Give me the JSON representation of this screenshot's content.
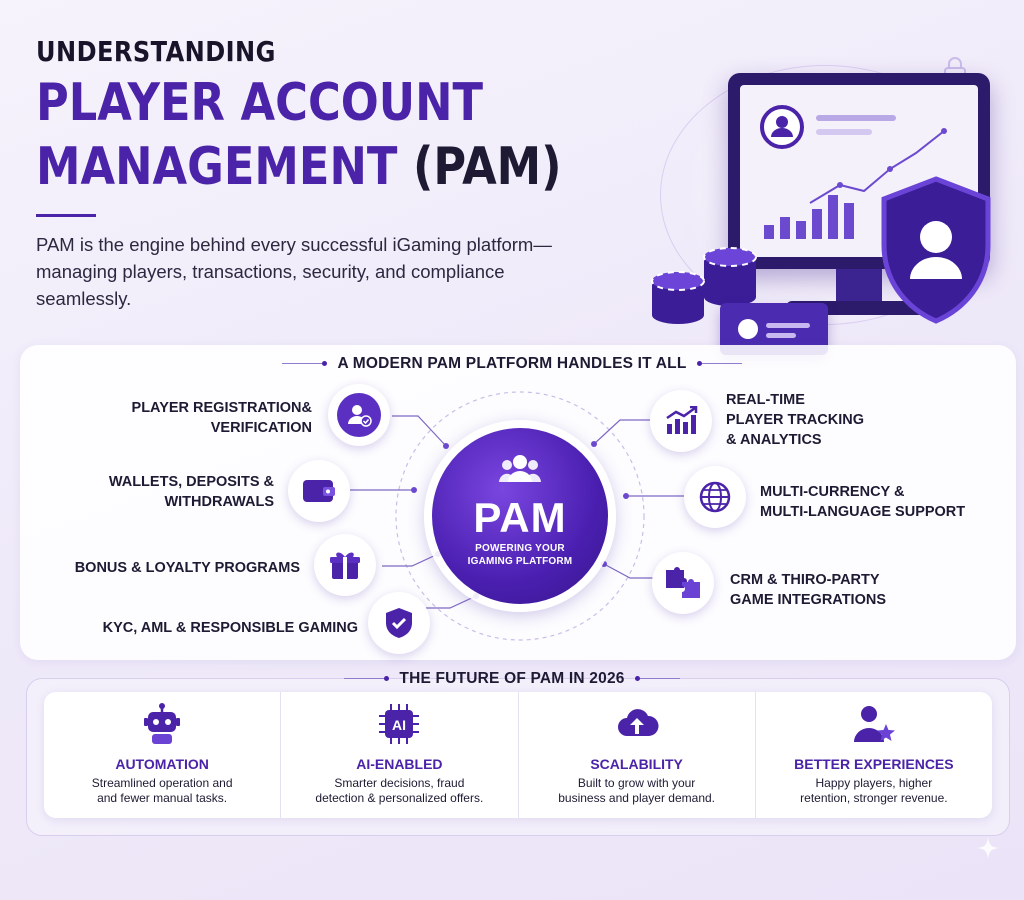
{
  "hero": {
    "eyebrow": "UNDERSTANDING",
    "headline_line1": "PLAYER ACCOUNT",
    "headline_line2": "MANAGEMENT",
    "headline_suffix": "(PAM)",
    "intro": "PAM is the engine behind every successful iGaming platform—managing players, transactions, security, and compliance seamlessly."
  },
  "platform": {
    "section_title": "A MODERN PAM PLATFORM HANDLES IT ALL",
    "hub_title": "PAM",
    "hub_subtitle_line1": "POWERING YOUR",
    "hub_subtitle_line2": "IGAMING PLATFORM",
    "left_features": [
      {
        "line1": "PLAYER REGISTRATION&",
        "line2": "VERIFICATION",
        "icon": "user-check-icon"
      },
      {
        "line1": "WALLETS, DEPOSITS &",
        "line2": "WITHDRAWALS",
        "icon": "wallet-icon"
      },
      {
        "line1": "BONUS & LOYALTY PROGRAMS",
        "line2": "",
        "icon": "gift-icon"
      },
      {
        "line1": "KYC, AML & RESPONSIBLE GAMING",
        "line2": "",
        "icon": "shield-check-icon"
      }
    ],
    "right_features": [
      {
        "line1": "REAL-TIME",
        "line2": "PLAYER TRACKING",
        "line3": "& ANALYTICS",
        "icon": "analytics-chart-icon"
      },
      {
        "line1": "MULTI-CURRENCY &",
        "line2": "MULTI-LANGUAGE SUPPORT",
        "line3": "",
        "icon": "globe-icon"
      },
      {
        "line1": "CRM & THIRO-PARTY",
        "line2": "GAME INTEGRATIONS",
        "line3": "",
        "icon": "puzzle-icon"
      }
    ]
  },
  "future": {
    "section_title": "THE FUTURE OF PAM IN 2026",
    "cards": [
      {
        "title": "AUTOMATION",
        "desc_line1": "Streamlined operation and",
        "desc_line2": "and fewer manual tasks.",
        "icon": "robot-icon"
      },
      {
        "title": "AI-ENABLED",
        "desc_line1": "Smarter decisions, fraud",
        "desc_line2": "detection & personalized offers.",
        "icon": "ai-chip-icon",
        "icon_text": "AI"
      },
      {
        "title": "SCALABILITY",
        "desc_line1": "Built to grow with your",
        "desc_line2": "business and player demand.",
        "icon": "cloud-upload-icon"
      },
      {
        "title": "BETTER EXPERIENCES",
        "desc_line1": "Happy players, higher",
        "desc_line2": "retention, stronger revenue.",
        "icon": "user-star-icon"
      }
    ]
  },
  "colors": {
    "primary": "#4a23a8",
    "accent": "#5a2fc2",
    "dark_text": "#1f1a33",
    "background": "#efeaf9"
  }
}
